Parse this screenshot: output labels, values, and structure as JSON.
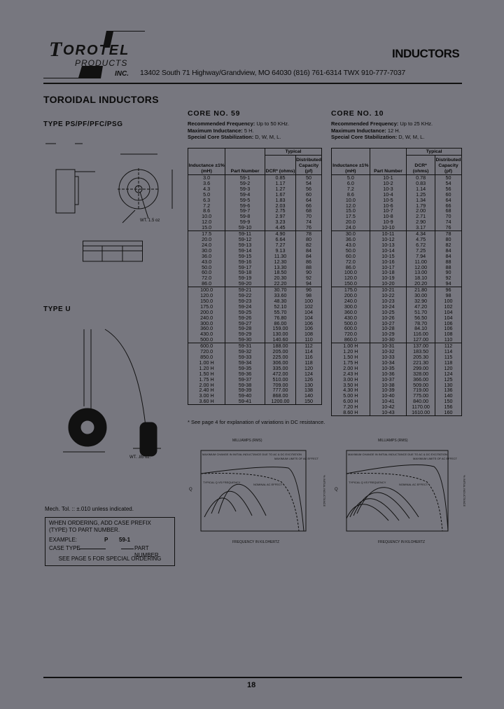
{
  "header": {
    "logo_text": "TOROTEL PRODUCTS INC.",
    "title": "INDUCTORS",
    "address": "13402 South 71 Highway/Grandview, MO 64030 (816) 761-6314 TWX 910-777-7037"
  },
  "section_title": "TOROIDAL INDUCTORS",
  "left": {
    "type_ps_title": "TYPE PS/PF/PFC/PSG",
    "ps_weight": "WT. 1.5 oz",
    "type_u_title": "TYPE U",
    "u_weight": "WT. .85 oz.",
    "mech_tol": "Mech. Tol. :: ±.010 unless indicated.",
    "ordering": {
      "line1": "WHEN ORDERING, ADD CASE PREFIX (TYPE) TO PART NUMBER.",
      "example_label": "EXAMPLE:",
      "example_prefix": "P",
      "example_part": "59-1",
      "case_type": "CASE TYPE",
      "part_number": "PART NUMBER",
      "see_page": "SEE PAGE 5 FOR SPECIAL ORDERING"
    }
  },
  "headers": {
    "typical": "Typical",
    "inductance": "Inductance ±1% (mH)",
    "part": "Part Number",
    "dcr": "DCR* (ohms)",
    "cap": "Distributed Capacity (pf)"
  },
  "core59": {
    "title": "CORE NO. 59",
    "freq_label": "Recommended Frequency:",
    "freq": "Up to 50 KHz.",
    "maxl_label": "Maximum Inductance:",
    "maxl": "5 H.",
    "stab_label": "Special Core Stabilization:",
    "stab": "D, W, M, L.",
    "rows": [
      [
        "3.0",
        "59-1",
        "0.85",
        "50"
      ],
      [
        "3.6",
        "59-2",
        "1.17",
        "54"
      ],
      [
        "4.3",
        "59-3",
        "1.27",
        "56"
      ],
      [
        "5.0",
        "59-4",
        "1.67",
        "60"
      ],
      [
        "6.3",
        "59-5",
        "1.83",
        "64"
      ],
      [
        "7.2",
        "59-6",
        "2.03",
        "66"
      ],
      [
        "8.6",
        "59-7",
        "2.75",
        "68"
      ],
      [
        "10.0",
        "59-8",
        "2.97",
        "70"
      ],
      [
        "12.0",
        "59-9",
        "3.23",
        "74"
      ],
      [
        "15.0",
        "59-10",
        "4.45",
        "76"
      ],
      [
        "17.5",
        "59-11",
        "4.90",
        "78"
      ],
      [
        "20.0",
        "59-12",
        "6.64",
        "80"
      ],
      [
        "24.0",
        "59-13",
        "7.27",
        "82"
      ],
      [
        "30.0",
        "59-14",
        "9.13",
        "84"
      ],
      [
        "36.0",
        "59-15",
        "11.30",
        "84"
      ],
      [
        "43.0",
        "59-16",
        "12.30",
        "86"
      ],
      [
        "50.0",
        "59-17",
        "13.30",
        "88"
      ],
      [
        "60.0",
        "59-18",
        "18.50",
        "90"
      ],
      [
        "72.0",
        "59-19",
        "20.30",
        "92"
      ],
      [
        "86.0",
        "59-20",
        "22.20",
        "94"
      ],
      [
        "100.0",
        "59-21",
        "30.70",
        "96"
      ],
      [
        "120.0",
        "59-22",
        "33.60",
        "98"
      ],
      [
        "150.0",
        "59-23",
        "48.30",
        "100"
      ],
      [
        "175.0",
        "59-24",
        "52.10",
        "102"
      ],
      [
        "200.0",
        "59-25",
        "55.70",
        "104"
      ],
      [
        "240.0",
        "59-26",
        "76.80",
        "104"
      ],
      [
        "300.0",
        "59-27",
        "86.00",
        "106"
      ],
      [
        "360.0",
        "59-28",
        "159.00",
        "106"
      ],
      [
        "430.0",
        "59-29",
        "130.00",
        "108"
      ],
      [
        "500.0",
        "59-30",
        "140.60",
        "110"
      ],
      [
        "600.0",
        "59-31",
        "188.00",
        "112"
      ],
      [
        "720.0",
        "59-32",
        "205.00",
        "114"
      ],
      [
        "850.0",
        "59-33",
        "225.00",
        "116"
      ],
      [
        "1.00 H",
        "59-34",
        "306.00",
        "118"
      ],
      [
        "1.20 H",
        "59-35",
        "335.00",
        "120"
      ],
      [
        "1.50 H",
        "59-36",
        "472.00",
        "124"
      ],
      [
        "1.75 H",
        "59-37",
        "510.00",
        "126"
      ],
      [
        "2.00 H",
        "59-38",
        "709.00",
        "130"
      ],
      [
        "2.40 H",
        "59-39",
        "777.00",
        "138"
      ],
      [
        "3.00 H",
        "59-40",
        "868.00",
        "140"
      ],
      [
        "3.60 H",
        "59-41",
        "1200.00",
        "150"
      ]
    ],
    "footnote": "* See page 4 for explanation of variations in DC resistance."
  },
  "core10": {
    "title": "CORE NO. 10",
    "freq_label": "Recommended Frequency:",
    "freq": "Up to 25 KHz.",
    "maxl_label": "Maximum Inductance:",
    "maxl": "12 H.",
    "stab_label": "Special Core Stabilization:",
    "stab": "D, W, M, L.",
    "rows": [
      [
        "5.0",
        "10-1",
        "0.78",
        "50"
      ],
      [
        "6.0",
        "10-2",
        "0.83",
        "54"
      ],
      [
        "7.2",
        "10-3",
        "1.14",
        "56"
      ],
      [
        "8.6",
        "10-4",
        "1.25",
        "60"
      ],
      [
        "10.0",
        "10-5",
        "1.34",
        "64"
      ],
      [
        "12.0",
        "10-6",
        "1.79",
        "66"
      ],
      [
        "15.0",
        "10-7",
        "2.00",
        "68"
      ],
      [
        "17.5",
        "10-8",
        "2.71",
        "70"
      ],
      [
        "20.0",
        "10-9",
        "2.90",
        "74"
      ],
      [
        "24.0",
        "10-10",
        "3.17",
        "76"
      ],
      [
        "30.0",
        "10-11",
        "4.34",
        "78"
      ],
      [
        "36.0",
        "10-12",
        "4.75",
        "80"
      ],
      [
        "43.0",
        "10-13",
        "6.72",
        "82"
      ],
      [
        "50.0",
        "10-14",
        "7.25",
        "84"
      ],
      [
        "60.0",
        "10-15",
        "7.94",
        "84"
      ],
      [
        "72.0",
        "10-16",
        "11.00",
        "88"
      ],
      [
        "86.0",
        "10-17",
        "12.00",
        "88"
      ],
      [
        "100.0",
        "10-18",
        "13.00",
        "90"
      ],
      [
        "120.0",
        "10-19",
        "18.10",
        "92"
      ],
      [
        "150.0",
        "10-20",
        "20.20",
        "94"
      ],
      [
        "175.0",
        "10-21",
        "21.80",
        "96"
      ],
      [
        "200.0",
        "10-22",
        "30.00",
        "98"
      ],
      [
        "240.0",
        "10-23",
        "32.90",
        "100"
      ],
      [
        "300.0",
        "10-24",
        "47.20",
        "102"
      ],
      [
        "360.0",
        "10-25",
        "51.70",
        "104"
      ],
      [
        "430.0",
        "10-26",
        "56.50",
        "104"
      ],
      [
        "500.0",
        "10-27",
        "78.70",
        "106"
      ],
      [
        "600.0",
        "10-28",
        "84.10",
        "106"
      ],
      [
        "720.0",
        "10-29",
        "116.00",
        "108"
      ],
      [
        "860.0",
        "10-30",
        "127.00",
        "110"
      ],
      [
        "1.00 H",
        "10-31",
        "137.00",
        "112"
      ],
      [
        "1.20 H",
        "10-32",
        "183.50",
        "114"
      ],
      [
        "1.50 H",
        "10-33",
        "205.30",
        "115"
      ],
      [
        "1.75 H",
        "10-34",
        "221.30",
        "118"
      ],
      [
        "2.00 H",
        "10-35",
        "299.00",
        "120"
      ],
      [
        "2.43 H",
        "10-36",
        "328.00",
        "124"
      ],
      [
        "3.00 H",
        "10-37",
        "366.00",
        "125"
      ],
      [
        "3.50 H",
        "10-38",
        "509.00",
        "130"
      ],
      [
        "4.30 H",
        "10-39",
        "719.00",
        "136"
      ],
      [
        "5.00 H",
        "10-40",
        "775.00",
        "140"
      ],
      [
        "6.00 H",
        "10-41",
        "840.00",
        "150"
      ],
      [
        "7.20 H",
        "10-42",
        "1170.00",
        "156"
      ],
      [
        "8.60 H",
        "10-43",
        "1610.00",
        "160"
      ]
    ]
  },
  "charts": {
    "top_axis": "MILLIAMPS (RMS)",
    "bottom_axis": "FREQUENCY IN KILOHERTZ",
    "left_label": "Q",
    "right_label": "% INITIAL INDUCTANCE",
    "note1": "MAXIMUM CHANGE IN INITIAL INDUCTANCE DUE TO AC & DC EXCITATION",
    "note2": "MAXIMUM LIMITS OF AC EFFECT",
    "note3": "TYPICAL Q VS FREQUENCY",
    "note4": "NOMINAL AC EFFECT"
  },
  "page_number": "18"
}
